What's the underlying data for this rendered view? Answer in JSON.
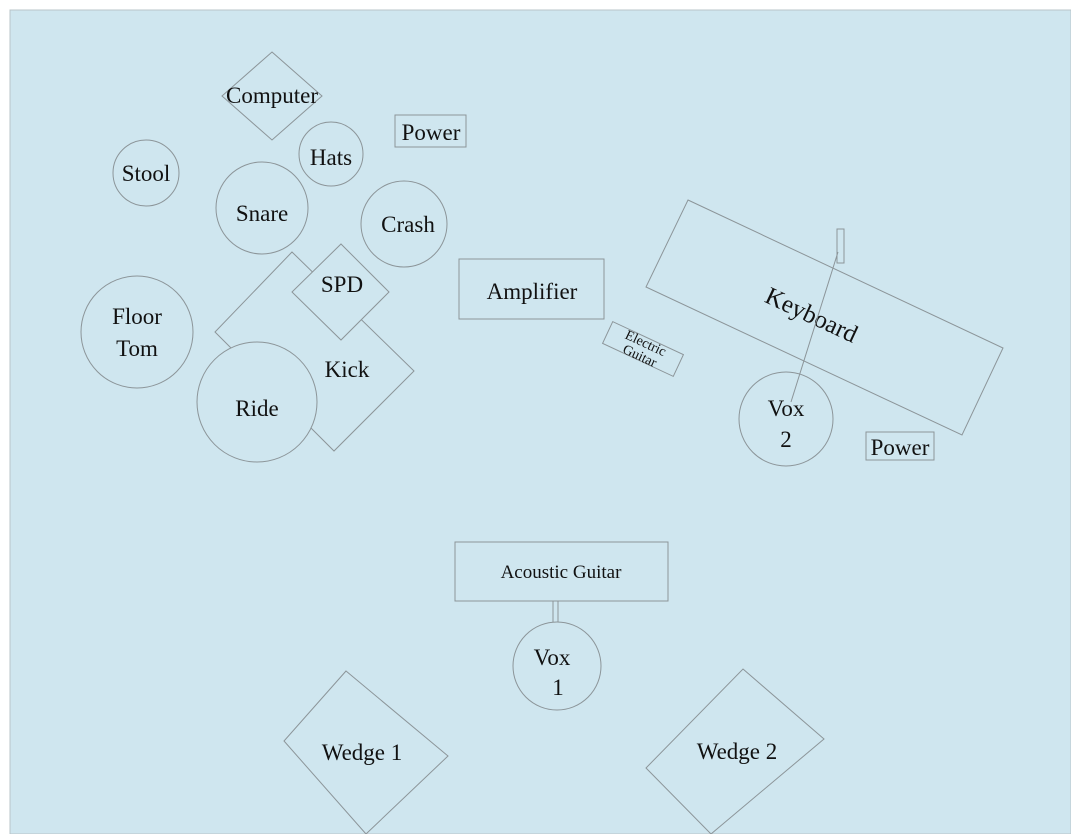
{
  "colors": {
    "background": "#cfe6ef",
    "outline": "#8c9599",
    "text": "#111111"
  },
  "stage_plot": {
    "computer": "Computer",
    "power_top": "Power",
    "hats": "Hats",
    "stool": "Stool",
    "snare": "Snare",
    "crash": "Crash",
    "spd": "SPD",
    "amplifier": "Amplifier",
    "keyboard": "Keyboard",
    "floor_tom_line1": "Floor",
    "floor_tom_line2": "Tom",
    "electric_guitar_line1": "Electric",
    "electric_guitar_line2": "Guitar",
    "kick": "Kick",
    "ride": "Ride",
    "vox2_line1": "Vox",
    "vox2_line2": "2",
    "power_right": "Power",
    "acoustic_guitar": "Acoustic Guitar",
    "vox1_line1": "Vox",
    "vox1_line2": "1",
    "wedge1": "Wedge 1",
    "wedge2": "Wedge 2"
  }
}
